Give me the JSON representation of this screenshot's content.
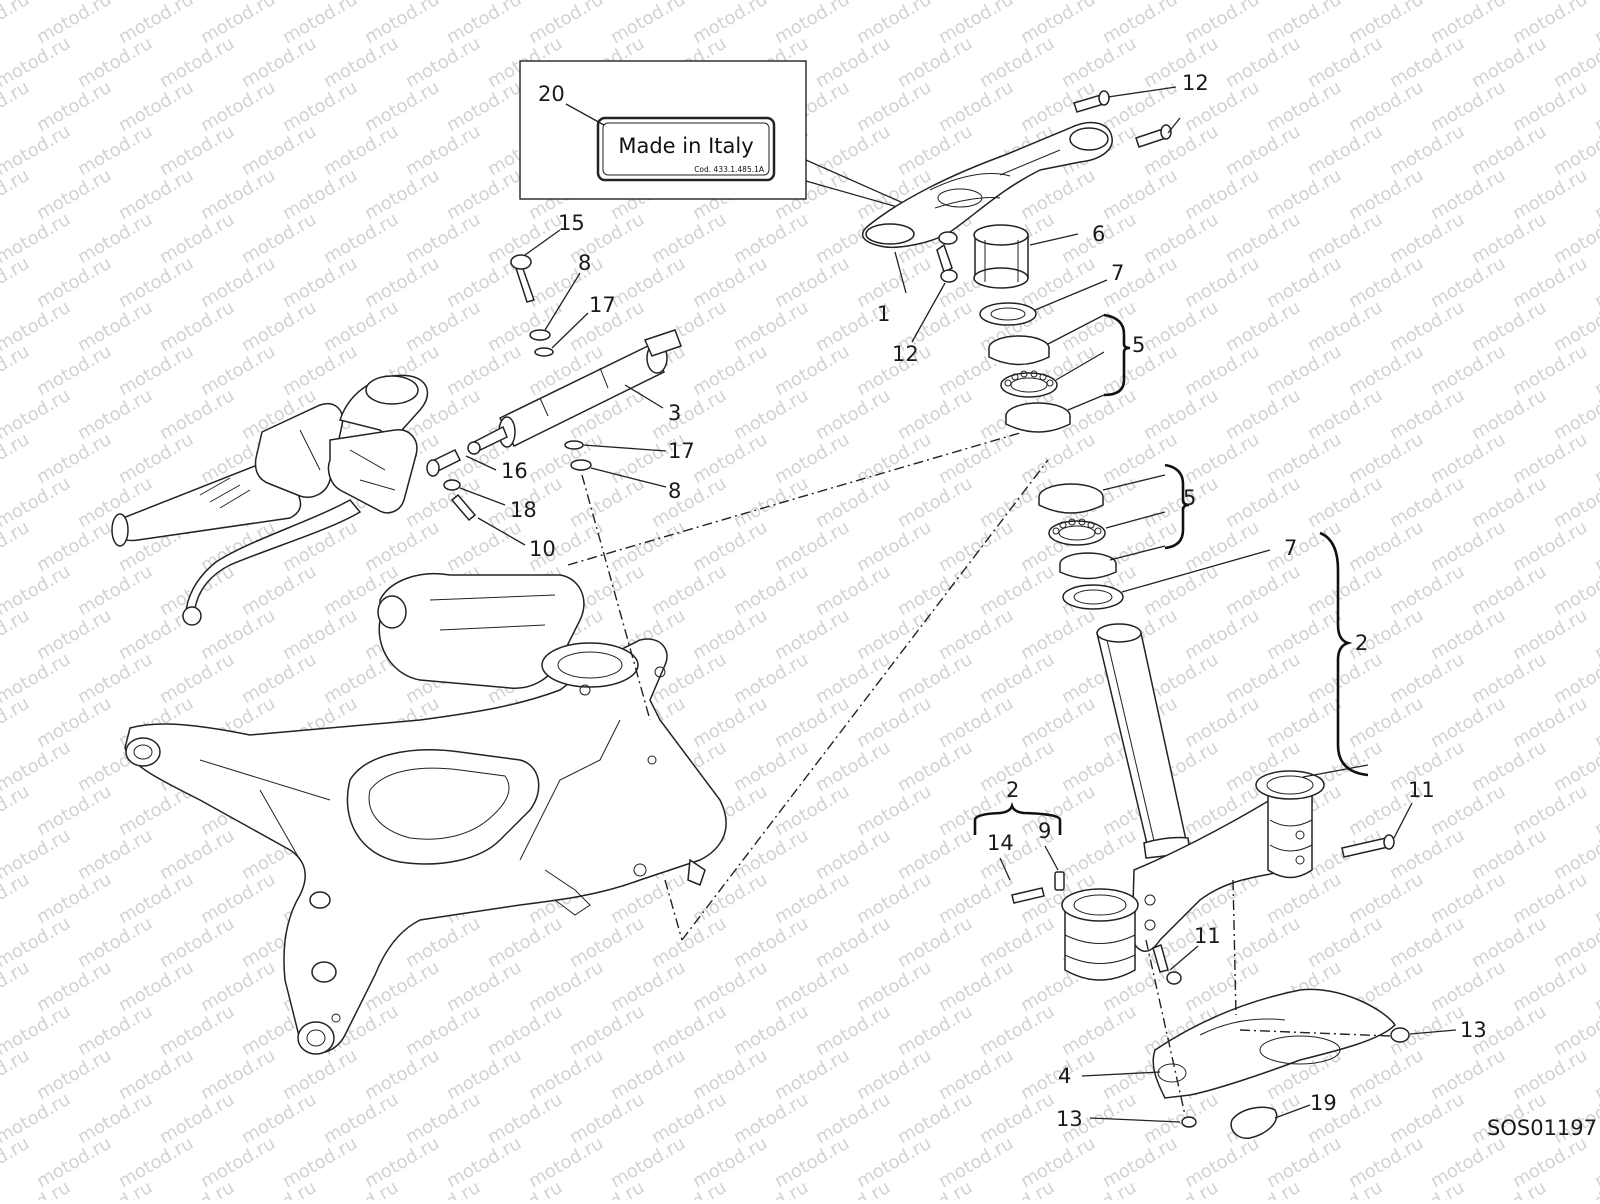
{
  "watermark": "motod.ru",
  "diagram_code": "SOS01197",
  "sticker": {
    "text": "Made in Italy",
    "code": "Cod. 433.1.485.1A"
  },
  "callouts": {
    "c20": "20",
    "c15": "15",
    "c8a": "8",
    "c17a": "17",
    "c3": "3",
    "c17b": "17",
    "c8b": "8",
    "c16": "16",
    "c18": "18",
    "c10": "10",
    "c12a": "12",
    "c6": "6",
    "c7a": "7",
    "c1": "1",
    "c12b": "12",
    "c5a": "5",
    "c5b": "5",
    "c7b": "7",
    "c2a": "2",
    "c2b": "2",
    "c14": "14",
    "c9": "9",
    "c11a": "11",
    "c11b": "11",
    "c13a": "13",
    "c4": "4",
    "c13b": "13",
    "c19": "19"
  },
  "colors": {
    "ink": "#222222",
    "watermark": "#d2d2d2",
    "background": "#ffffff"
  }
}
